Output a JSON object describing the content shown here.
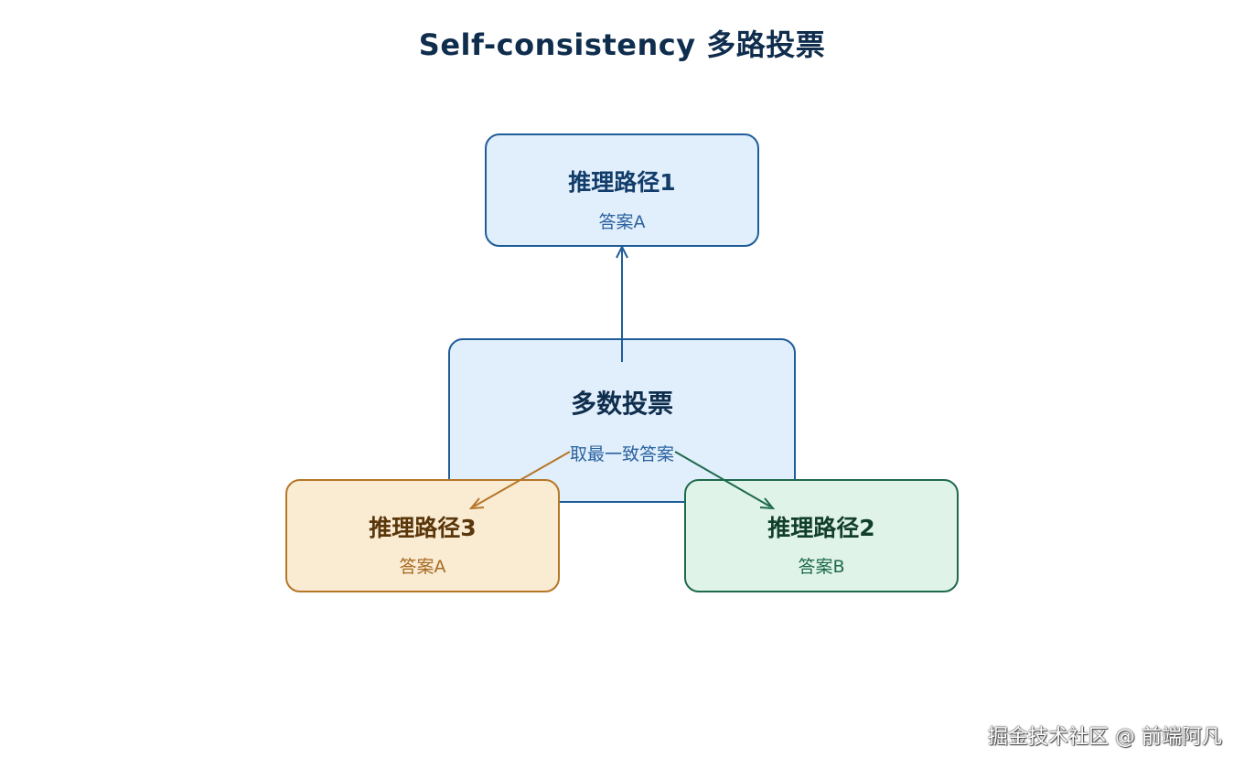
{
  "title": "Self-consistency 多路投票",
  "nodes": {
    "path1": {
      "title": "推理路径1",
      "answer": "答案A"
    },
    "vote": {
      "title": "多数投票",
      "subtitle": "取最一致答案"
    },
    "path3": {
      "title": "推理路径3",
      "answer": "答案A"
    },
    "path2": {
      "title": "推理路径2",
      "answer": "答案B"
    }
  },
  "colors": {
    "blue": "#1f5d99",
    "orange": "#b57628",
    "green": "#1e6a4c"
  },
  "watermark": "掘金技术社区 @ 前端阿凡"
}
